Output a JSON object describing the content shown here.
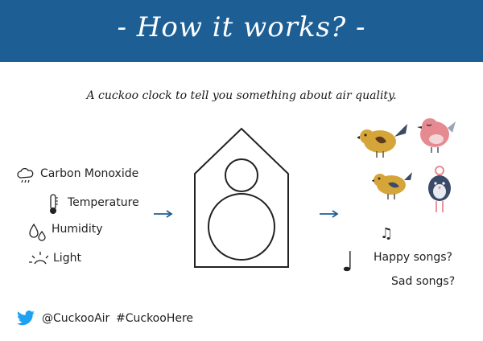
{
  "header": {
    "title": "- How it works? -"
  },
  "subtitle": "A cuckoo clock to tell you something about air quality.",
  "sensors": {
    "carbon_monoxide": "Carbon Monoxide",
    "temperature": "Temperature",
    "humidity": "Humidity",
    "light": "Light"
  },
  "outputs": {
    "happy": "Happy songs?",
    "sad": "Sad songs?"
  },
  "footer": {
    "handle": "@CuckooAir",
    "hashtag": "#CuckooHere"
  },
  "colors": {
    "banner": "#1d5f95",
    "arrow": "#1d5f95",
    "twitter": "#1da1f2",
    "bird_yellow": "#d6a53a",
    "bird_pink": "#e68a92",
    "bird_navy": "#3b4a66"
  },
  "icons": [
    "cloud-icon",
    "thermometer-icon",
    "droplets-icon",
    "sun-icon",
    "music-note-icon",
    "twitter-bird-icon"
  ]
}
